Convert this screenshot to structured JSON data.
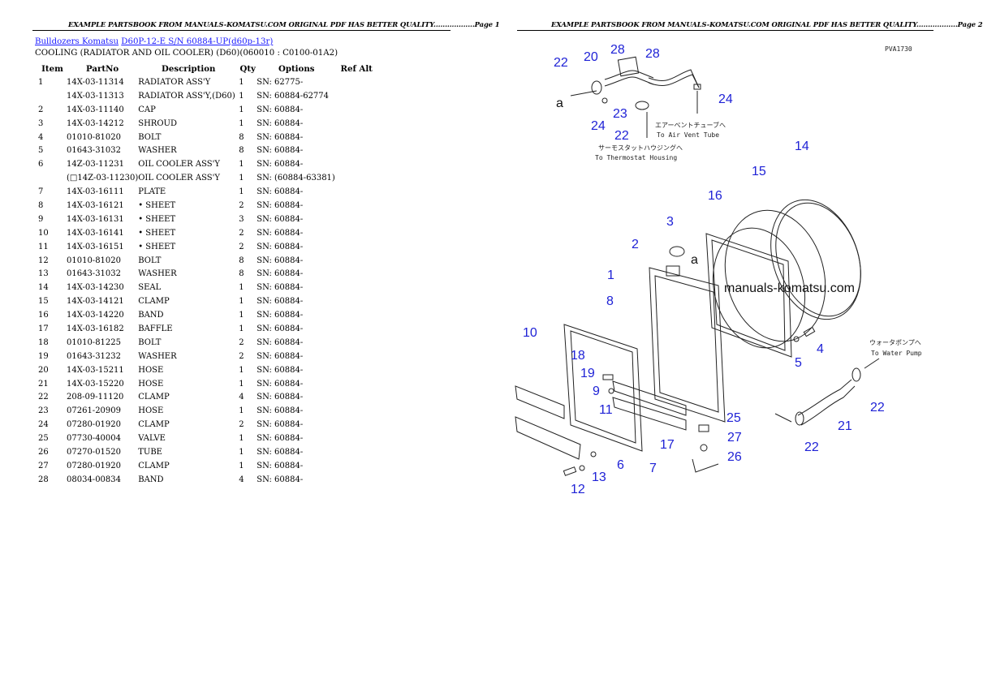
{
  "page1": {
    "header": "EXAMPLE PARTSBOOK FROM MANUALS-KOMATSU.COM ORIGINAL PDF HAS BETTER QUALITY..................Page 1",
    "breadcrumb": {
      "link1": "Bulldozers Komatsu",
      "link2": "D60P-12-E S/N 60884-UP(d60p-13r)"
    },
    "subtitle": "COOLING (RADIATOR AND OIL COOLER) (D60)(060010 : C0100-01A2)",
    "columns": [
      "Item",
      "PartNo",
      "Description",
      "Qty",
      "Options",
      "Ref Alt"
    ],
    "rows": [
      [
        "1",
        "14X-03-11314",
        "RADIATOR ASS'Y",
        "1",
        "SN: 62775-",
        ""
      ],
      [
        "",
        "14X-03-11313",
        "RADIATOR ASS'Y,(D60)",
        "1",
        "SN: 60884-62774",
        ""
      ],
      [
        "2",
        "14X-03-11140",
        "CAP",
        "1",
        "SN: 60884-",
        ""
      ],
      [
        "3",
        "14X-03-14212",
        "SHROUD",
        "1",
        "SN: 60884-",
        ""
      ],
      [
        "4",
        "01010-81020",
        "BOLT",
        "8",
        "SN: 60884-",
        ""
      ],
      [
        "5",
        "01643-31032",
        "WASHER",
        "8",
        "SN: 60884-",
        ""
      ],
      [
        "6",
        "14Z-03-11231",
        "OIL COOLER ASS'Y",
        "1",
        "SN: 60884-",
        ""
      ],
      [
        "",
        "(□14Z-03-11230)",
        "OIL COOLER ASS'Y",
        "1",
        "SN: (60884-63381)",
        ""
      ],
      [
        "7",
        "14X-03-16111",
        "PLATE",
        "1",
        "SN: 60884-",
        ""
      ],
      [
        "8",
        "14X-03-16121",
        "• SHEET",
        "2",
        "SN: 60884-",
        ""
      ],
      [
        "9",
        "14X-03-16131",
        "• SHEET",
        "3",
        "SN: 60884-",
        ""
      ],
      [
        "10",
        "14X-03-16141",
        "• SHEET",
        "2",
        "SN: 60884-",
        ""
      ],
      [
        "11",
        "14X-03-16151",
        "• SHEET",
        "2",
        "SN: 60884-",
        ""
      ],
      [
        "12",
        "01010-81020",
        "BOLT",
        "8",
        "SN: 60884-",
        ""
      ],
      [
        "13",
        "01643-31032",
        "WASHER",
        "8",
        "SN: 60884-",
        ""
      ],
      [
        "14",
        "14X-03-14230",
        "SEAL",
        "1",
        "SN: 60884-",
        ""
      ],
      [
        "15",
        "14X-03-14121",
        "CLAMP",
        "1",
        "SN: 60884-",
        ""
      ],
      [
        "16",
        "14X-03-14220",
        "BAND",
        "1",
        "SN: 60884-",
        ""
      ],
      [
        "17",
        "14X-03-16182",
        "BAFFLE",
        "1",
        "SN: 60884-",
        ""
      ],
      [
        "18",
        "01010-81225",
        "BOLT",
        "2",
        "SN: 60884-",
        ""
      ],
      [
        "19",
        "01643-31232",
        "WASHER",
        "2",
        "SN: 60884-",
        ""
      ],
      [
        "20",
        "14X-03-15211",
        "HOSE",
        "1",
        "SN: 60884-",
        ""
      ],
      [
        "21",
        "14X-03-15220",
        "HOSE",
        "1",
        "SN: 60884-",
        ""
      ],
      [
        "22",
        "208-09-11120",
        "CLAMP",
        "4",
        "SN: 60884-",
        ""
      ],
      [
        "23",
        "07261-20909",
        "HOSE",
        "1",
        "SN: 60884-",
        ""
      ],
      [
        "24",
        "07280-01920",
        "CLAMP",
        "2",
        "SN: 60884-",
        ""
      ],
      [
        "25",
        "07730-40004",
        "VALVE",
        "1",
        "SN: 60884-",
        ""
      ],
      [
        "26",
        "07270-01520",
        "TUBE",
        "1",
        "SN: 60884-",
        ""
      ],
      [
        "27",
        "07280-01920",
        "CLAMP",
        "1",
        "SN: 60884-",
        ""
      ],
      [
        "28",
        "08034-00834",
        "BAND",
        "4",
        "SN: 60884-",
        ""
      ]
    ]
  },
  "page2": {
    "header": "EXAMPLE PARTSBOOK FROM MANUALS-KOMATSU.COM ORIGINAL PDF HAS BETTER QUALITY..................Page 2",
    "diagram_code": "PVA1730",
    "watermark": "manuals-komatsu.com",
    "notes": {
      "air_vent_jp": "エアーベントチューブへ",
      "air_vent_en": "To Air Vent Tube",
      "thermostat_jp": "サーモスタットハウジングへ",
      "thermostat_en": "To Thermostat Housing",
      "water_pump_jp": "ウォータポンプへ",
      "water_pump_en": "To Water Pump",
      "arrow_a1": "a",
      "arrow_a2": "a"
    },
    "callouts": [
      "1",
      "2",
      "3",
      "4",
      "5",
      "6",
      "7",
      "8",
      "9",
      "10",
      "11",
      "12",
      "13",
      "14",
      "15",
      "16",
      "17",
      "18",
      "19",
      "20",
      "21",
      "22",
      "22",
      "22",
      "22",
      "23",
      "24",
      "24",
      "25",
      "26",
      "27",
      "28",
      "28"
    ]
  }
}
